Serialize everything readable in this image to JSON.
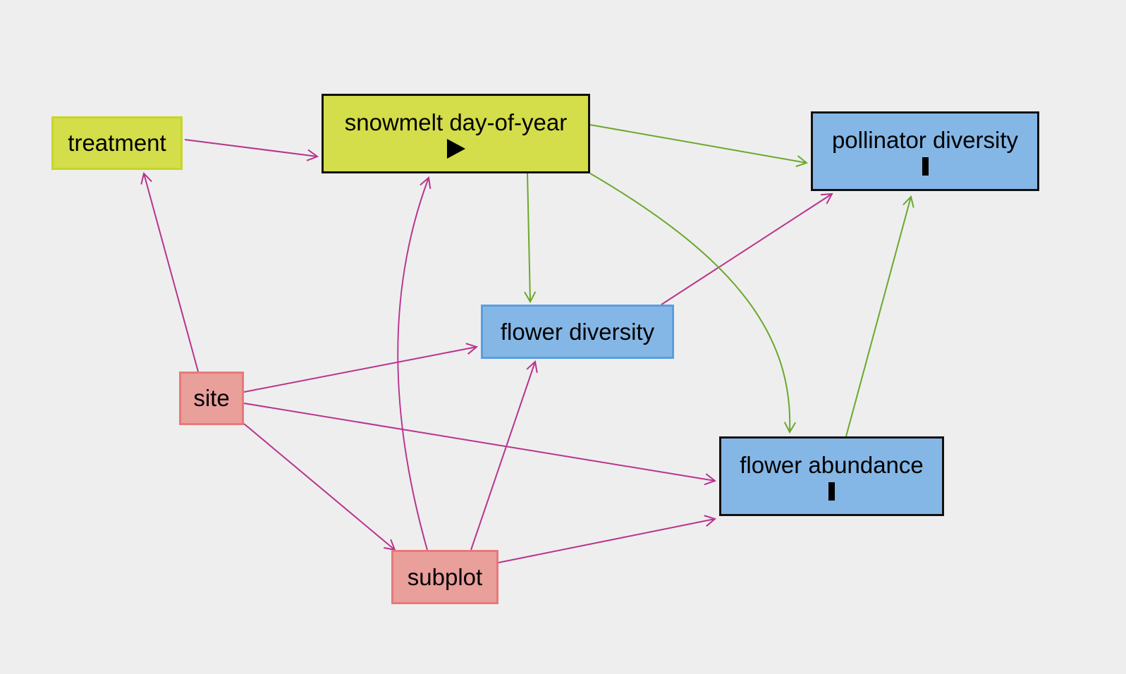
{
  "colors": {
    "background": "#eeeeee",
    "magenta_edge": "#b8348e",
    "green_edge": "#6aa82d",
    "lime_node": "#d4dd4a",
    "blue_node": "#85b7e6",
    "pink_node": "#e99f9a"
  },
  "nodes": {
    "treatment": {
      "label": "treatment"
    },
    "snowmelt": {
      "label": "snowmelt day-of-year",
      "marker": "play-icon"
    },
    "pollinator": {
      "label": "pollinator diversity",
      "marker": "bar-icon"
    },
    "flowerdiv": {
      "label": "flower diversity"
    },
    "site": {
      "label": "site"
    },
    "flowerabd": {
      "label": "flower abundance",
      "marker": "bar-icon"
    },
    "subplot": {
      "label": "subplot"
    }
  },
  "edges": [
    {
      "from": "treatment",
      "to": "snowmelt",
      "color": "magenta"
    },
    {
      "from": "site",
      "to": "treatment",
      "color": "magenta"
    },
    {
      "from": "site",
      "to": "flowerdiv",
      "color": "magenta"
    },
    {
      "from": "site",
      "to": "flowerabd",
      "color": "magenta"
    },
    {
      "from": "site",
      "to": "subplot",
      "color": "magenta"
    },
    {
      "from": "subplot",
      "to": "snowmelt",
      "color": "magenta"
    },
    {
      "from": "subplot",
      "to": "flowerdiv",
      "color": "magenta"
    },
    {
      "from": "subplot",
      "to": "flowerabd",
      "color": "magenta"
    },
    {
      "from": "flowerdiv",
      "to": "pollinator",
      "color": "magenta"
    },
    {
      "from": "snowmelt",
      "to": "pollinator",
      "color": "green"
    },
    {
      "from": "snowmelt",
      "to": "flowerdiv",
      "color": "green"
    },
    {
      "from": "snowmelt",
      "to": "flowerabd",
      "color": "green"
    },
    {
      "from": "flowerabd",
      "to": "pollinator",
      "color": "green"
    }
  ]
}
